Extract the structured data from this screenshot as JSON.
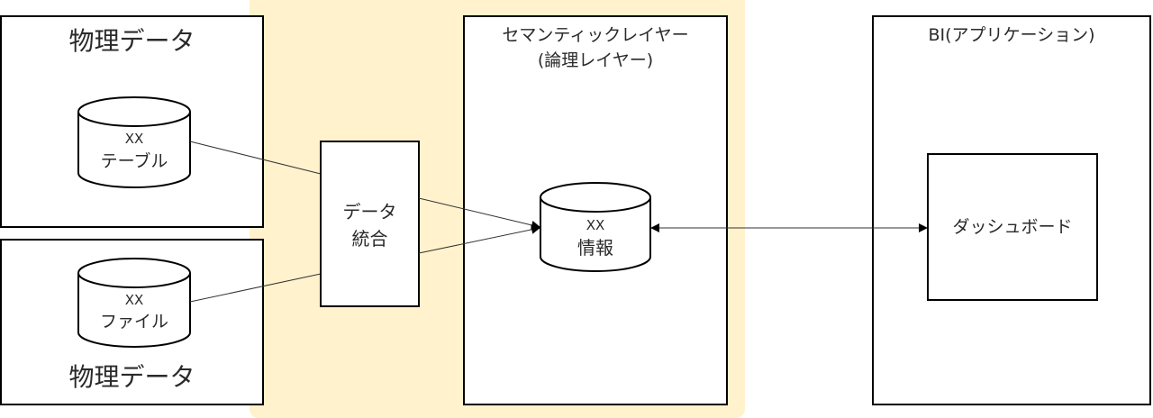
{
  "diagram": {
    "colors": {
      "highlight_band": "#fff2cc",
      "stroke": "#000000",
      "box_fill": "#ffffff",
      "text": "#2a2a2a"
    },
    "physical_data_top": {
      "title": "物理データ",
      "store": {
        "line1": "XX",
        "line2": "テーブル"
      }
    },
    "physical_data_bottom": {
      "title": "物理データ",
      "store": {
        "line1": "XX",
        "line2": "ファイル"
      }
    },
    "data_integration": {
      "line1": "データ",
      "line2": "統合"
    },
    "semantic_layer": {
      "title_line1": "セマンティックレイヤー",
      "title_line2": "(論理レイヤー)",
      "store": {
        "line1": "XX",
        "line2": "情報"
      }
    },
    "bi_application": {
      "title": "BI(アプリケーション)",
      "dashboard": "ダッシュボード"
    },
    "edges": [
      {
        "from": "table-store",
        "to": "data-integration",
        "arrow": "none"
      },
      {
        "from": "file-store",
        "to": "data-integration",
        "arrow": "none"
      },
      {
        "from": "data-integration",
        "to": "info-store",
        "arrow": "end"
      },
      {
        "from": "data-integration",
        "to": "info-store",
        "arrow": "end"
      },
      {
        "from": "info-store",
        "to": "dashboard",
        "arrow": "both"
      }
    ]
  }
}
